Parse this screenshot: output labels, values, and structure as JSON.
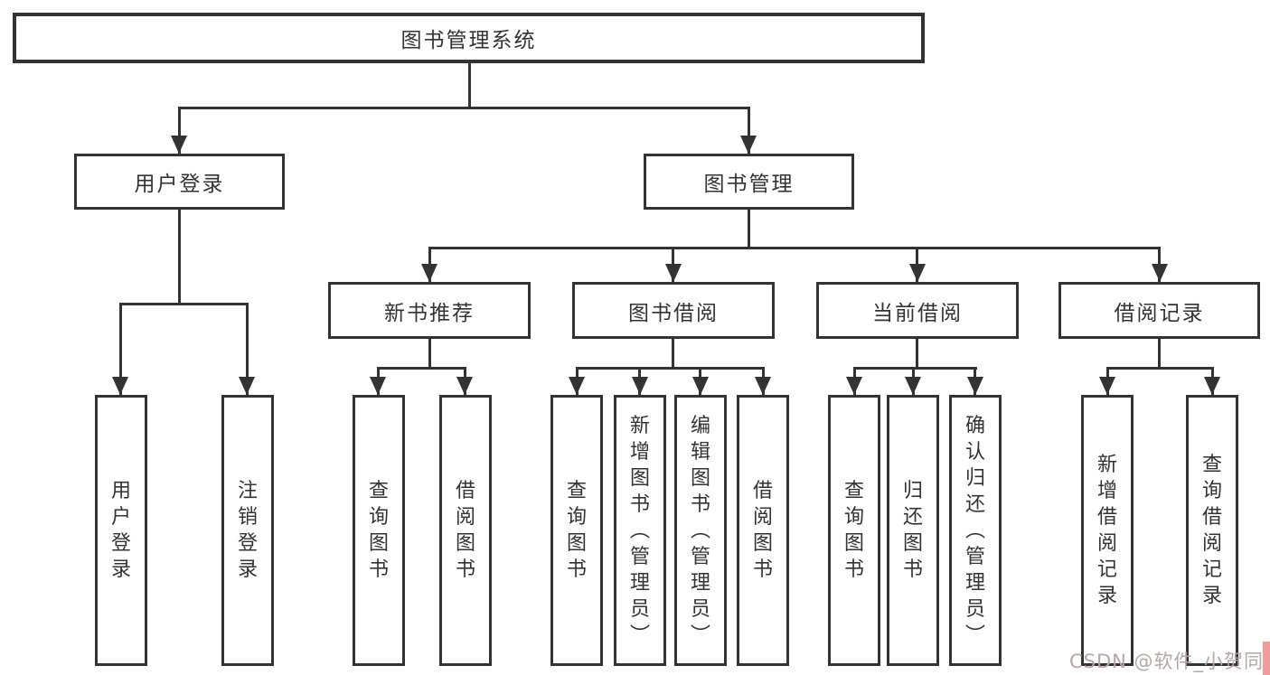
{
  "colors": {
    "line": "#333333",
    "box_border": "#333333",
    "text": "#333333",
    "watermark_text": "#b5a7a7",
    "watermark_accent": "#f09c9c"
  },
  "diagram": {
    "root": "图书管理系统",
    "branches": [
      {
        "label": "用户登录",
        "children": [
          "用户登录",
          "注销登录"
        ]
      },
      {
        "label": "图书管理",
        "groups": [
          {
            "label": "新书推荐",
            "children": [
              "查询图书",
              "借阅图书"
            ]
          },
          {
            "label": "图书借阅",
            "children": [
              "查询图书",
              "新增图书（管理员）",
              "编辑图书（管理员）",
              "借阅图书"
            ]
          },
          {
            "label": "当前借阅",
            "children": [
              "查询图书",
              "归还图书",
              "确认归还（管理员）"
            ]
          },
          {
            "label": "借阅记录",
            "children": [
              "新增借阅记录",
              "查询借阅记录"
            ]
          }
        ]
      }
    ]
  },
  "watermark": "CSDN @软件_小贺同学"
}
